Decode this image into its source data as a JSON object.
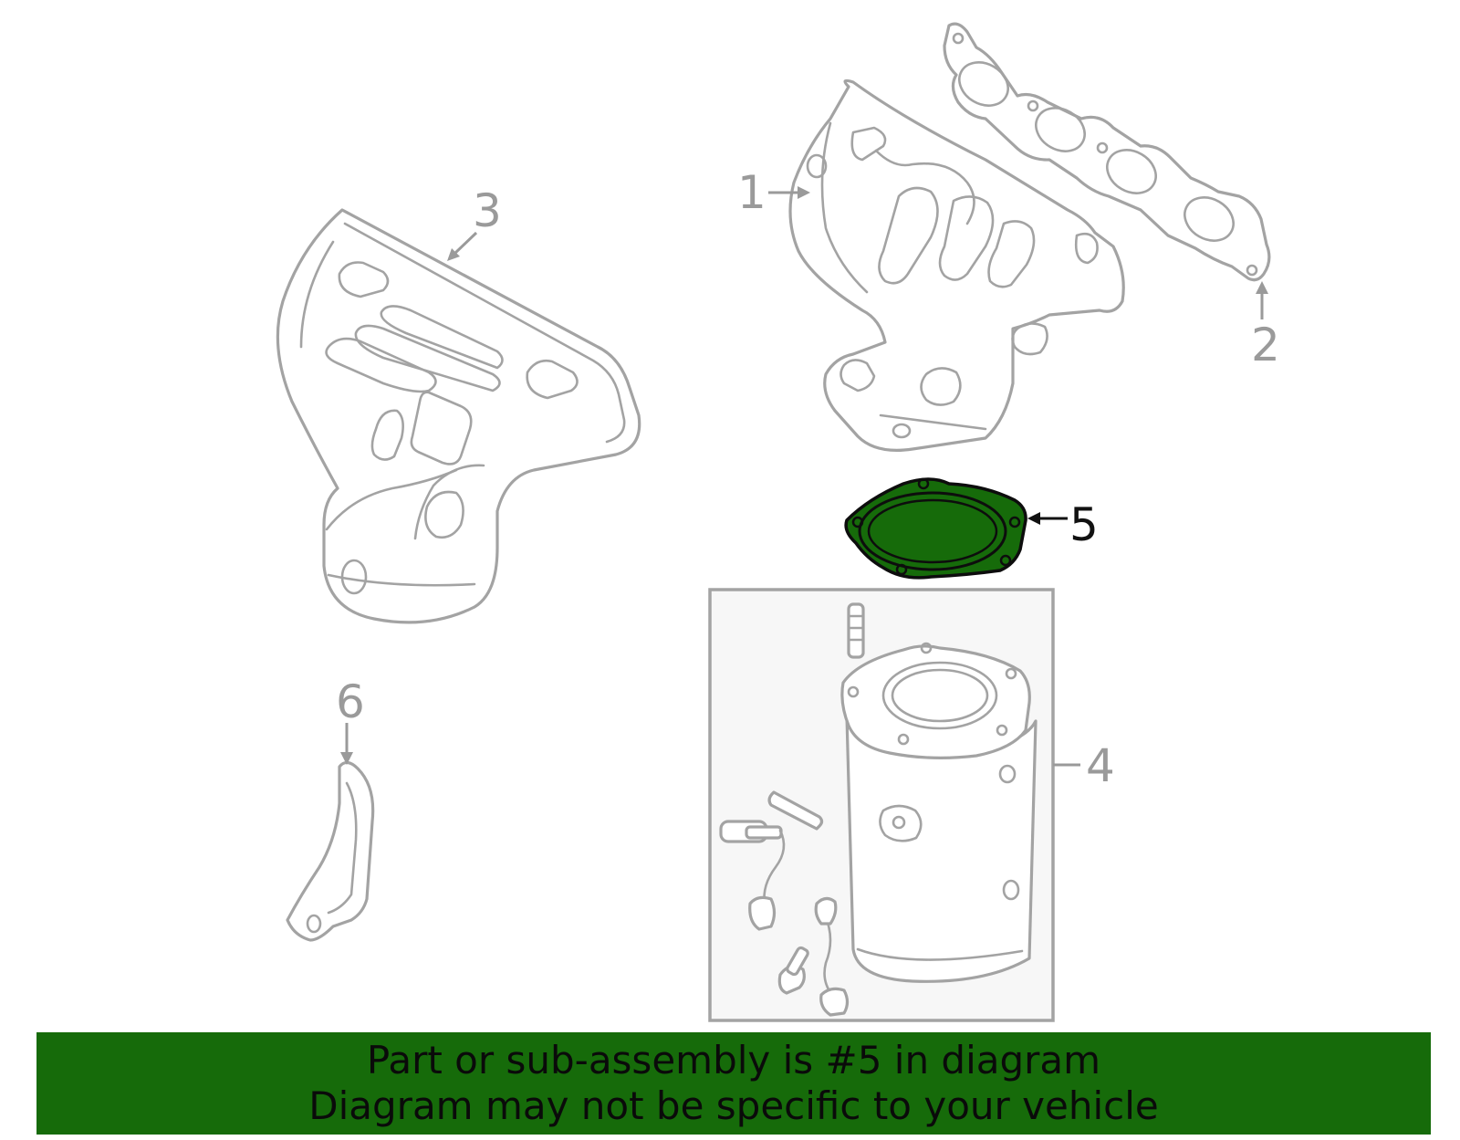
{
  "callouts": [
    {
      "id": "1",
      "label": "1",
      "highlighted": false
    },
    {
      "id": "2",
      "label": "2",
      "highlighted": false
    },
    {
      "id": "3",
      "label": "3",
      "highlighted": false
    },
    {
      "id": "4",
      "label": "4",
      "highlighted": false
    },
    {
      "id": "5",
      "label": "5",
      "highlighted": true
    },
    {
      "id": "6",
      "label": "6",
      "highlighted": false
    }
  ],
  "banner": {
    "line1": "Part or sub-assembly is #5 in diagram",
    "line2": "Diagram may not be specific to your vehicle"
  },
  "colors": {
    "highlight_fill": "#166b0a",
    "banner_background": "#166b0a",
    "part_outline": "#a3a3a3",
    "assembly_box_fill": "#f7f7f7"
  }
}
